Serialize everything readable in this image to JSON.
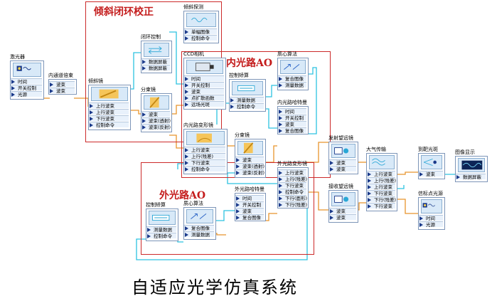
{
  "caption": "自适应光学仿真系统",
  "regions": {
    "closed_loop": "倾斜闭环校正",
    "inner_ao": "内光路AO",
    "outer_ao": "外光路AO"
  },
  "blocks": {
    "laser": {
      "title": "激光器",
      "ports": [
        "时间",
        "开关控制",
        "光源"
      ]
    },
    "inner_expander": {
      "title": "内通道倍束",
      "ports": [
        "波束",
        "波束"
      ]
    },
    "tilt_mirror": {
      "title": "倾斜镜",
      "ports": [
        "上行波束",
        "上行波束",
        "下行波束",
        "控制命令"
      ]
    },
    "loop_ctrl": {
      "title": "闭环控制",
      "ports": [
        "数据屏蔽",
        "数据屏蔽"
      ]
    },
    "splitter1": {
      "title": "分束镜",
      "ports": [
        "波束",
        "波束(透射)",
        "波束(反射)"
      ]
    },
    "tilt_probe": {
      "title": "倾斜探测",
      "ports": [
        "单幅图像",
        "控制命令"
      ]
    },
    "ccd": {
      "title": "CCD相机",
      "ports": [
        "时间",
        "开关控制",
        "波束",
        "点扩散函数",
        "远场光斑"
      ]
    },
    "inner_ctrl": {
      "title": "控制矫算",
      "ports": [
        "测量数据",
        "控制命令"
      ]
    },
    "inner_wfs": {
      "title": "质心算法",
      "ports": [
        "复合图像",
        "测量数据"
      ]
    },
    "inner_wfs_sensor": {
      "title": "内光路哈特曼",
      "ports": [
        "时间",
        "开关控制",
        "波束",
        "复合图像"
      ]
    },
    "inner_dm": {
      "title": "内光路变形镜",
      "ports": [
        "上行波束",
        "上行(残差)",
        "下行波束",
        "控制命令"
      ]
    },
    "splitter2": {
      "title": "分束镜",
      "ports": [
        "波束",
        "波束(透射)",
        "波束(反射)"
      ]
    },
    "tx_telescope": {
      "title": "发射望远镜",
      "ports": [
        "波束",
        "波束"
      ]
    },
    "rx_telescope": {
      "title": "接收望远镜",
      "ports": [
        "波束",
        "波束"
      ]
    },
    "atmosphere": {
      "title": "大气传输",
      "ports": [
        "上行波束",
        "上行(残差)",
        "上行波束",
        "下行波束",
        "下行(残差)",
        "下行波束"
      ]
    },
    "target": {
      "title": "到靶光斑",
      "ports": [
        "波束"
      ]
    },
    "image_display": {
      "title": "图像显示",
      "ports": [
        "数据屏蔽"
      ]
    },
    "beacon": {
      "title": "信标点光源",
      "ports": [
        "时间",
        "光源"
      ]
    },
    "outer_dm": {
      "title": "外光路变形镜",
      "ports": [
        "上行波束",
        "上行(残差)",
        "下行波束",
        "控制命令",
        "下行(面形)",
        "下行(残差)"
      ]
    },
    "outer_wfs_sensor": {
      "title": "外光路哈特曼",
      "ports": [
        "时间",
        "开关控制",
        "波束",
        "复合图像"
      ]
    },
    "outer_wfs": {
      "title": "质心算法",
      "ports": [
        "复合图像",
        "测量数据"
      ]
    },
    "outer_ctrl": {
      "title": "控制矫算",
      "ports": [
        "测量数据",
        "控制命令"
      ]
    }
  }
}
